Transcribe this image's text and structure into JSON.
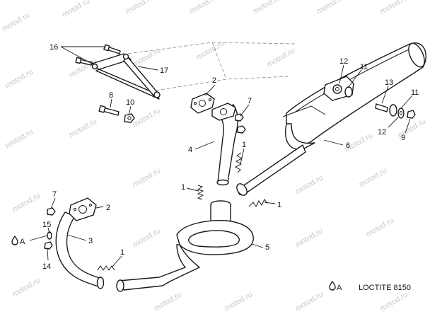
{
  "watermark": "motod.ru",
  "callouts": {
    "c16": "16",
    "c17": "17",
    "c8": "8",
    "c10": "10",
    "c2a": "2",
    "c7a": "7",
    "c4": "4",
    "c1a": "1",
    "c12a": "12",
    "c11a": "11",
    "c13": "13",
    "c11b": "11",
    "c12b": "12",
    "c9": "9",
    "c6": "6",
    "c1b": "1",
    "c1c": "1",
    "c5": "5",
    "c7b": "7",
    "c2b": "2",
    "c15": "15",
    "c3": "3",
    "c14": "14",
    "c1d": "1",
    "markerA": "A"
  },
  "legend": {
    "symbol": "A",
    "text": "LOCTITE 8150"
  }
}
